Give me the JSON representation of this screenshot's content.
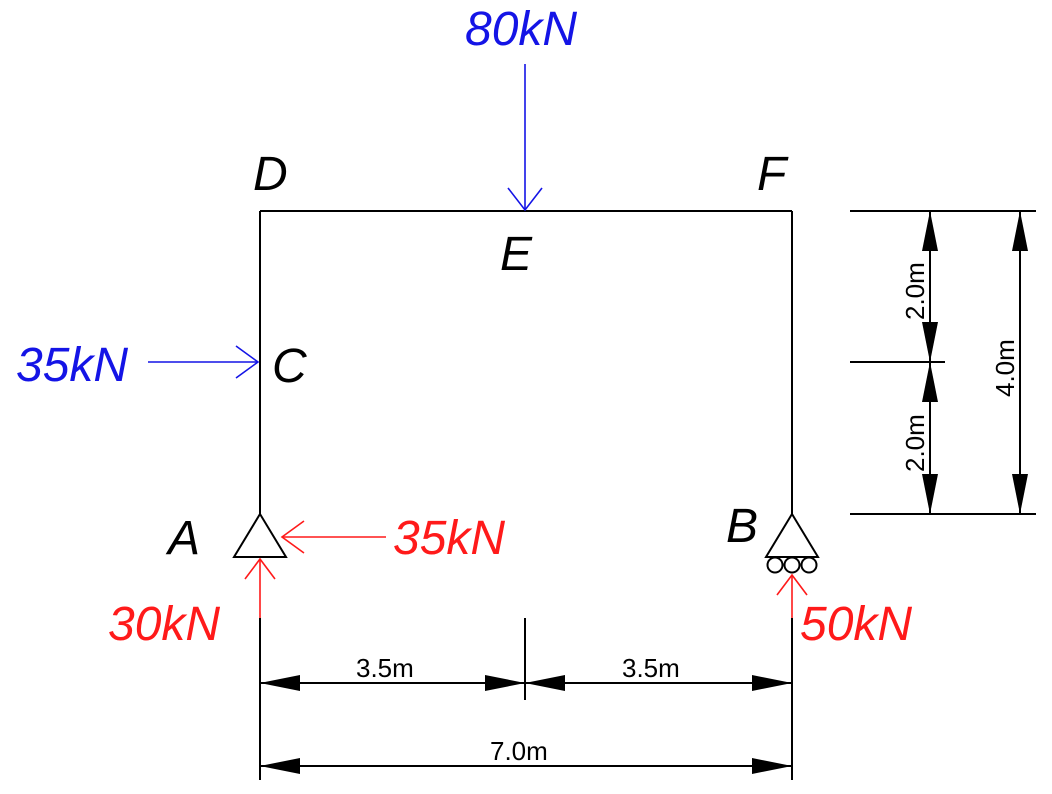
{
  "colors": {
    "applied_load": "#1414e6",
    "reaction": "#ff1a1a",
    "structure": "#000000"
  },
  "nodes": {
    "A": "A",
    "B": "B",
    "C": "C",
    "D": "D",
    "E": "E",
    "F": "F"
  },
  "loads": {
    "top": "80kN",
    "left": "35kN"
  },
  "reactions": {
    "horizontal_A": "35kN",
    "vertical_A": "30kN",
    "vertical_B": "50kN"
  },
  "dimensions": {
    "left_span": "3.5m",
    "right_span": "3.5m",
    "total_span": "7.0m",
    "upper_height": "2.0m",
    "lower_height": "2.0m",
    "total_height": "4.0m"
  }
}
